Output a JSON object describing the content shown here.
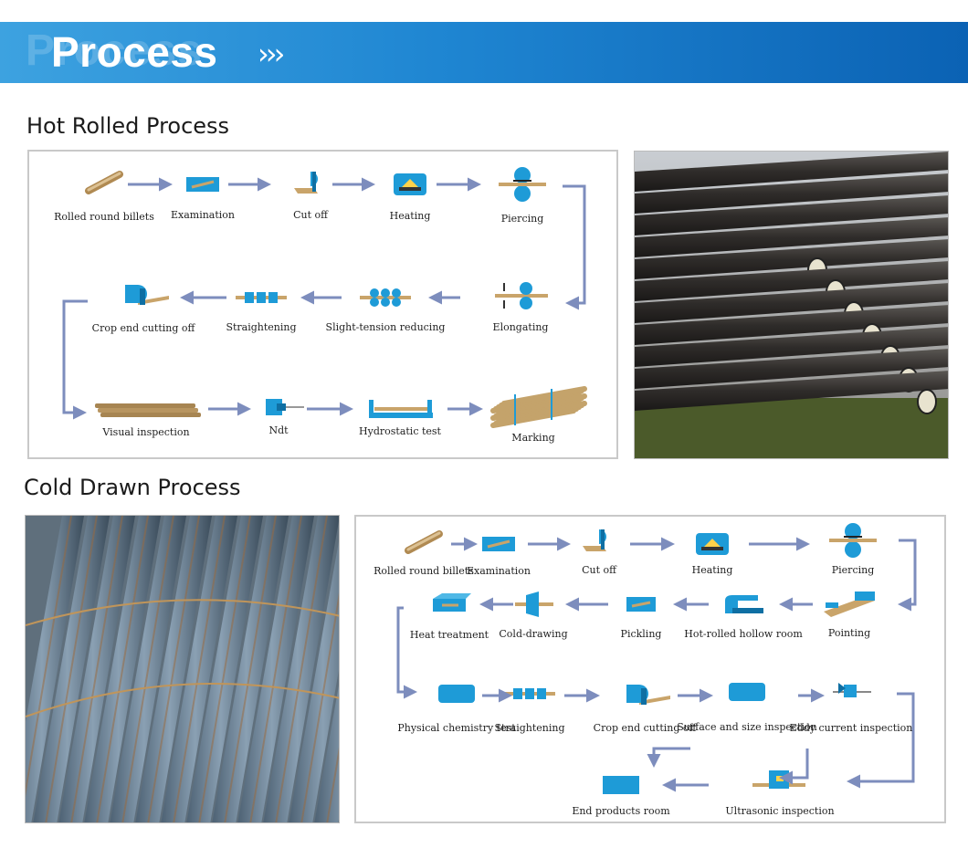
{
  "banner": {
    "title": "Process",
    "arrows": "›››"
  },
  "hot_rolled": {
    "title": "Hot Rolled Process",
    "steps": [
      {
        "label": "Rolled round billets",
        "icon": "billet-icon"
      },
      {
        "label": "Examination",
        "icon": "examination-icon"
      },
      {
        "label": "Cut off",
        "icon": "cut-off-icon"
      },
      {
        "label": "Heating",
        "icon": "heating-furnace-icon"
      },
      {
        "label": "Piercing",
        "icon": "piercing-mill-icon"
      },
      {
        "label": "Elongating",
        "icon": "elongating-rollers-icon"
      },
      {
        "label": "Slight-tension reducing",
        "icon": "tension-reducing-icon"
      },
      {
        "label": "Straightening",
        "icon": "straightening-icon"
      },
      {
        "label": "Crop end cutting off",
        "icon": "crop-saw-icon"
      },
      {
        "label": "Visual inspection",
        "icon": "visual-inspection-icon"
      },
      {
        "label": "Ndt",
        "icon": "ndt-icon"
      },
      {
        "label": "Hydrostatic test",
        "icon": "hydrostatic-test-icon"
      },
      {
        "label": "Marking",
        "icon": "marking-bundle-icon"
      }
    ]
  },
  "cold_drawn": {
    "title": "Cold Drawn Process",
    "steps": [
      {
        "label": "Rolled round billets",
        "icon": "billet-icon"
      },
      {
        "label": "Examination",
        "icon": "examination-icon"
      },
      {
        "label": "Cut off",
        "icon": "cut-off-icon"
      },
      {
        "label": "Heating",
        "icon": "heating-furnace-icon"
      },
      {
        "label": "Piercing",
        "icon": "piercing-mill-icon"
      },
      {
        "label": "Pointing",
        "icon": "pointing-icon"
      },
      {
        "label": "Hot-rolled hollow room",
        "icon": "hollow-room-icon"
      },
      {
        "label": "Pickling",
        "icon": "pickling-icon"
      },
      {
        "label": "Cold-drawing",
        "icon": "cold-drawing-icon"
      },
      {
        "label": "Heat treatment",
        "icon": "heat-treatment-icon"
      },
      {
        "label": "Physical chemistry test",
        "icon": "chemistry-test-icon"
      },
      {
        "label": "Straightening",
        "icon": "straightening-icon"
      },
      {
        "label": "Crop end cutting off",
        "icon": "crop-saw-icon"
      },
      {
        "label": "Surface and size inspection",
        "icon": "surface-inspection-icon"
      },
      {
        "label": "Eddy current inspection",
        "icon": "eddy-current-icon"
      },
      {
        "label": "Ultrasonic inspection",
        "icon": "ultrasonic-icon"
      },
      {
        "label": "End products room",
        "icon": "end-products-icon"
      }
    ]
  },
  "colors": {
    "arrow": "#7d8dbd",
    "icon_blue": "#1e9bd7",
    "banner": "#1a7ccc"
  }
}
